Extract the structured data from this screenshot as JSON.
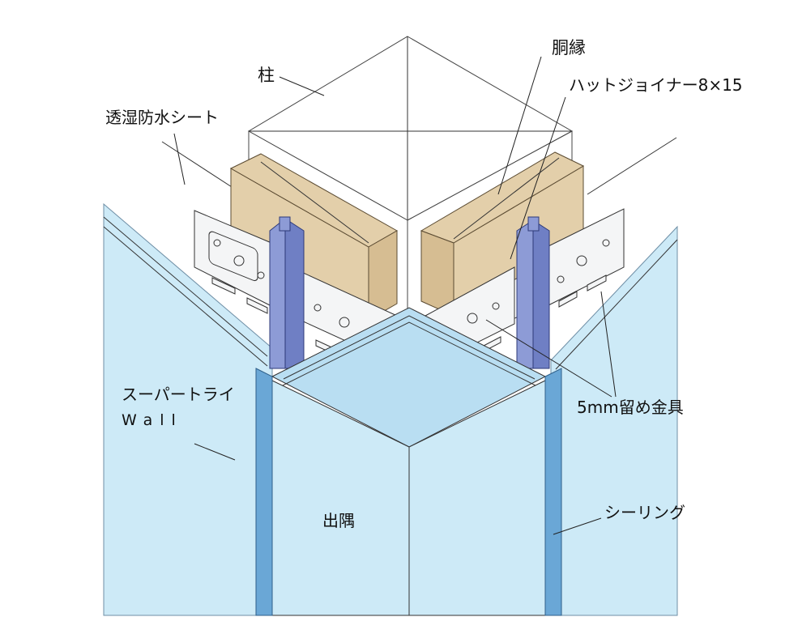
{
  "labels": {
    "pillar": "柱",
    "furring": "胴縁",
    "hat_joiner": "ハットジョイナー8×15",
    "membrane": "透湿防水シート",
    "panel_name_line1": "スーパートライ",
    "panel_name_line2": "Wall",
    "fastener": "5mm留め金具",
    "outside_corner": "出隅",
    "sealing": "シーリング"
  },
  "colors": {
    "panel": "#cdeaf7",
    "panel_dark": "#b9def2",
    "wood": "#e3cfaa",
    "wood_side": "#d6bd92",
    "joiner": "#8d9bd6",
    "joiner_dark": "#6f7fc4",
    "sealant": "#6aa7d6",
    "clip": "#f4f5f6"
  }
}
